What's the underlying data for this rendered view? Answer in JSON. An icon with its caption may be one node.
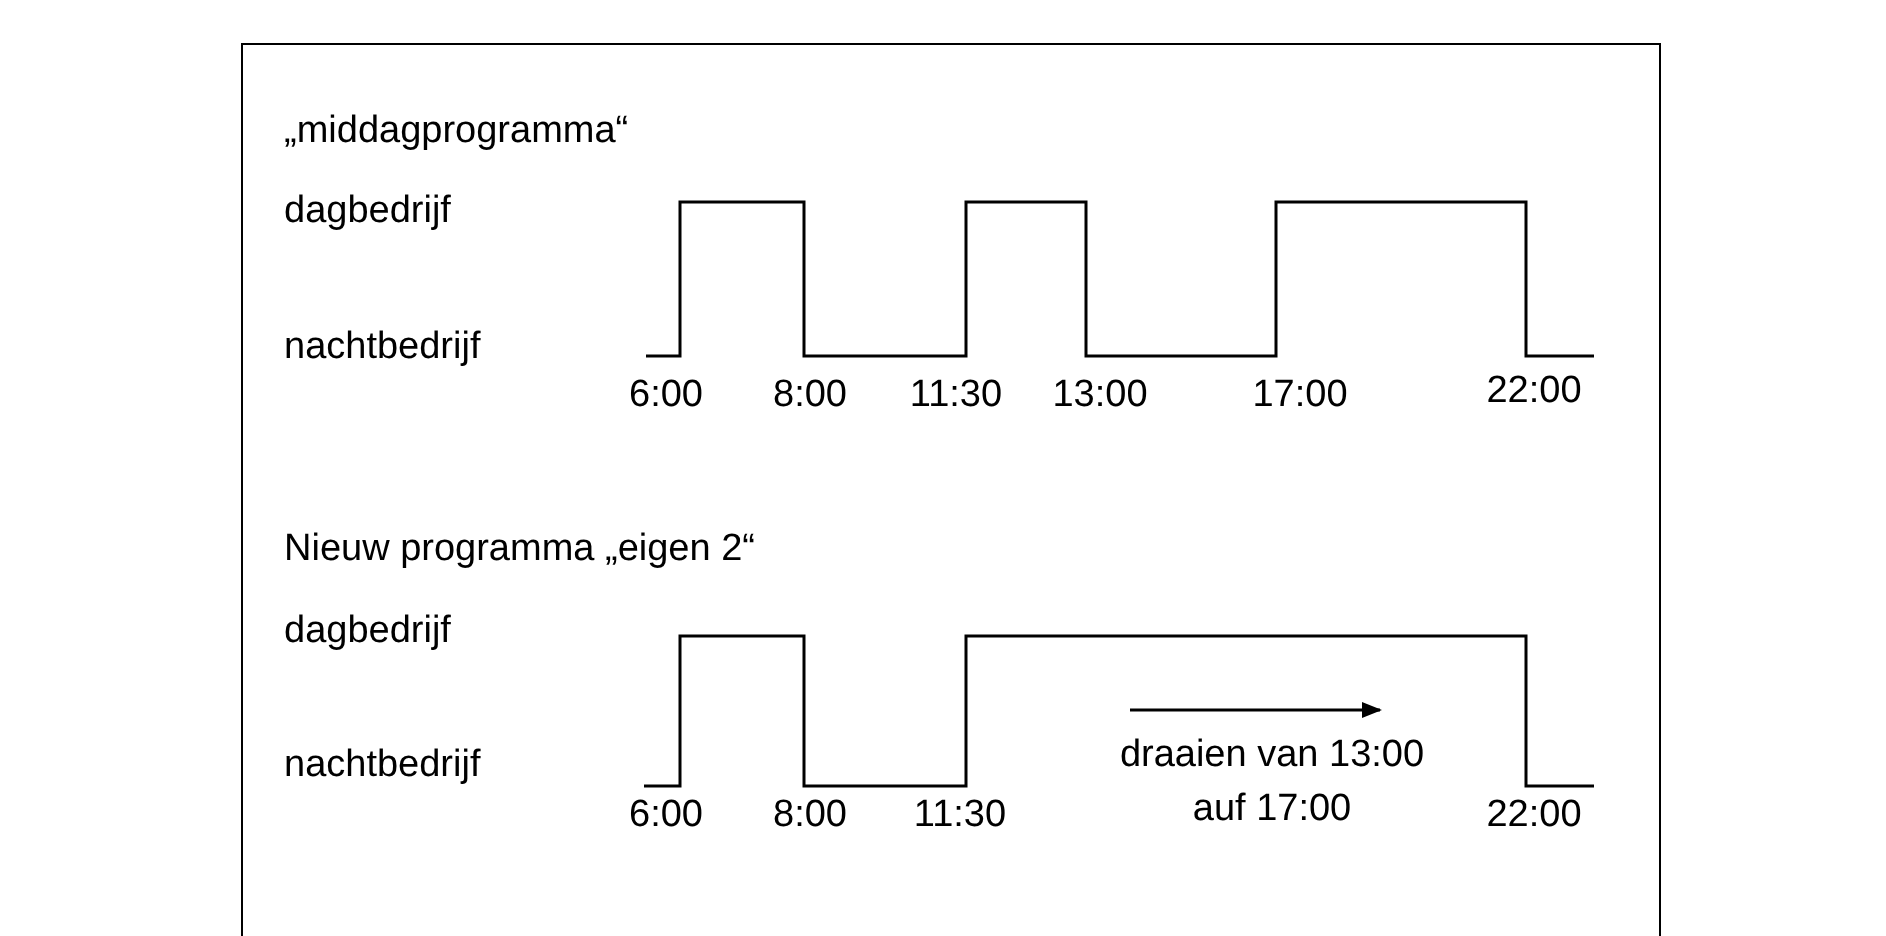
{
  "diagram": {
    "labels": [
      "„middagprogramma“",
      "dagbedrijf",
      "nachtbedrijf",
      "6:00",
      "8:00",
      "11:30",
      "13:00",
      "17:00",
      "22:00",
      "Nieuw programma „eigen 2“",
      "dagbedrijf",
      "nachtbedrijf",
      "6:00",
      "8:00",
      "11:30",
      "draaien van 13:00 auf 17:00",
      "22:00"
    ]
  }
}
